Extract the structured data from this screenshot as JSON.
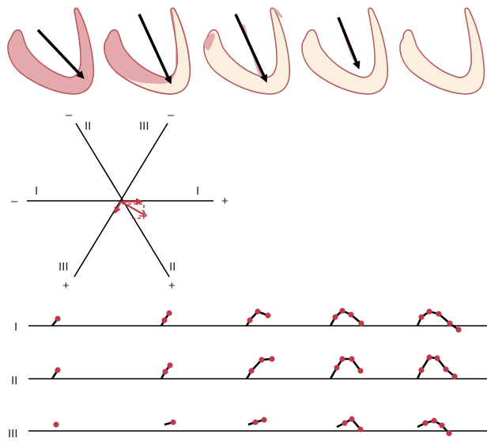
{
  "colors": {
    "myocardium_unactivated": "#fbefdf",
    "myocardium_depolarized": "#e3a9ab",
    "outline": "#b3575c",
    "vector": "#000000",
    "projection": "#c0394b",
    "line": "#000000"
  },
  "hexaxial": {
    "labels": {
      "lead_I_left": "I",
      "lead_I_right": "I",
      "lead_II_top": "II",
      "lead_II_bottom": "II",
      "lead_III_top": "III",
      "lead_III_bottom": "III"
    },
    "signs": {
      "minus_left": "–",
      "plus_right": "+",
      "minus_top_II": "–",
      "minus_top_III": "–",
      "plus_bottom_III": "+",
      "plus_bottom_II": "+"
    }
  },
  "traces": {
    "row_labels": [
      "I",
      "II",
      "III"
    ]
  },
  "stages": [
    {
      "name": "stage-1",
      "depolarized": "full"
    },
    {
      "name": "stage-2",
      "depolarized": "most"
    },
    {
      "name": "stage-3",
      "depolarized": "partial"
    },
    {
      "name": "stage-4",
      "depolarized": "small"
    },
    {
      "name": "stage-5",
      "depolarized": "none"
    }
  ]
}
